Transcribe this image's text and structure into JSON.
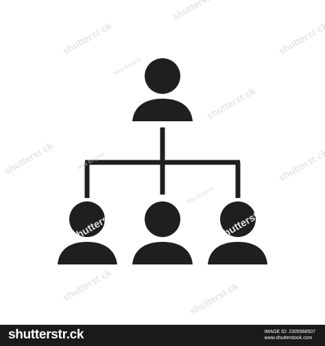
{
  "illustration": {
    "icon": "organization-hierarchy-icon",
    "color": "#1f1f1f"
  },
  "watermarks": {
    "mark_a": "Max Engine",
    "mark_b": "shutterst ck"
  },
  "footer": {
    "brand": "shutterstr.ck",
    "image_id_label": "IMAGE ID: 2305568507",
    "site": "www.shutterstock.com",
    "background": "#1a1a1a",
    "text_color": "#ffffff"
  }
}
